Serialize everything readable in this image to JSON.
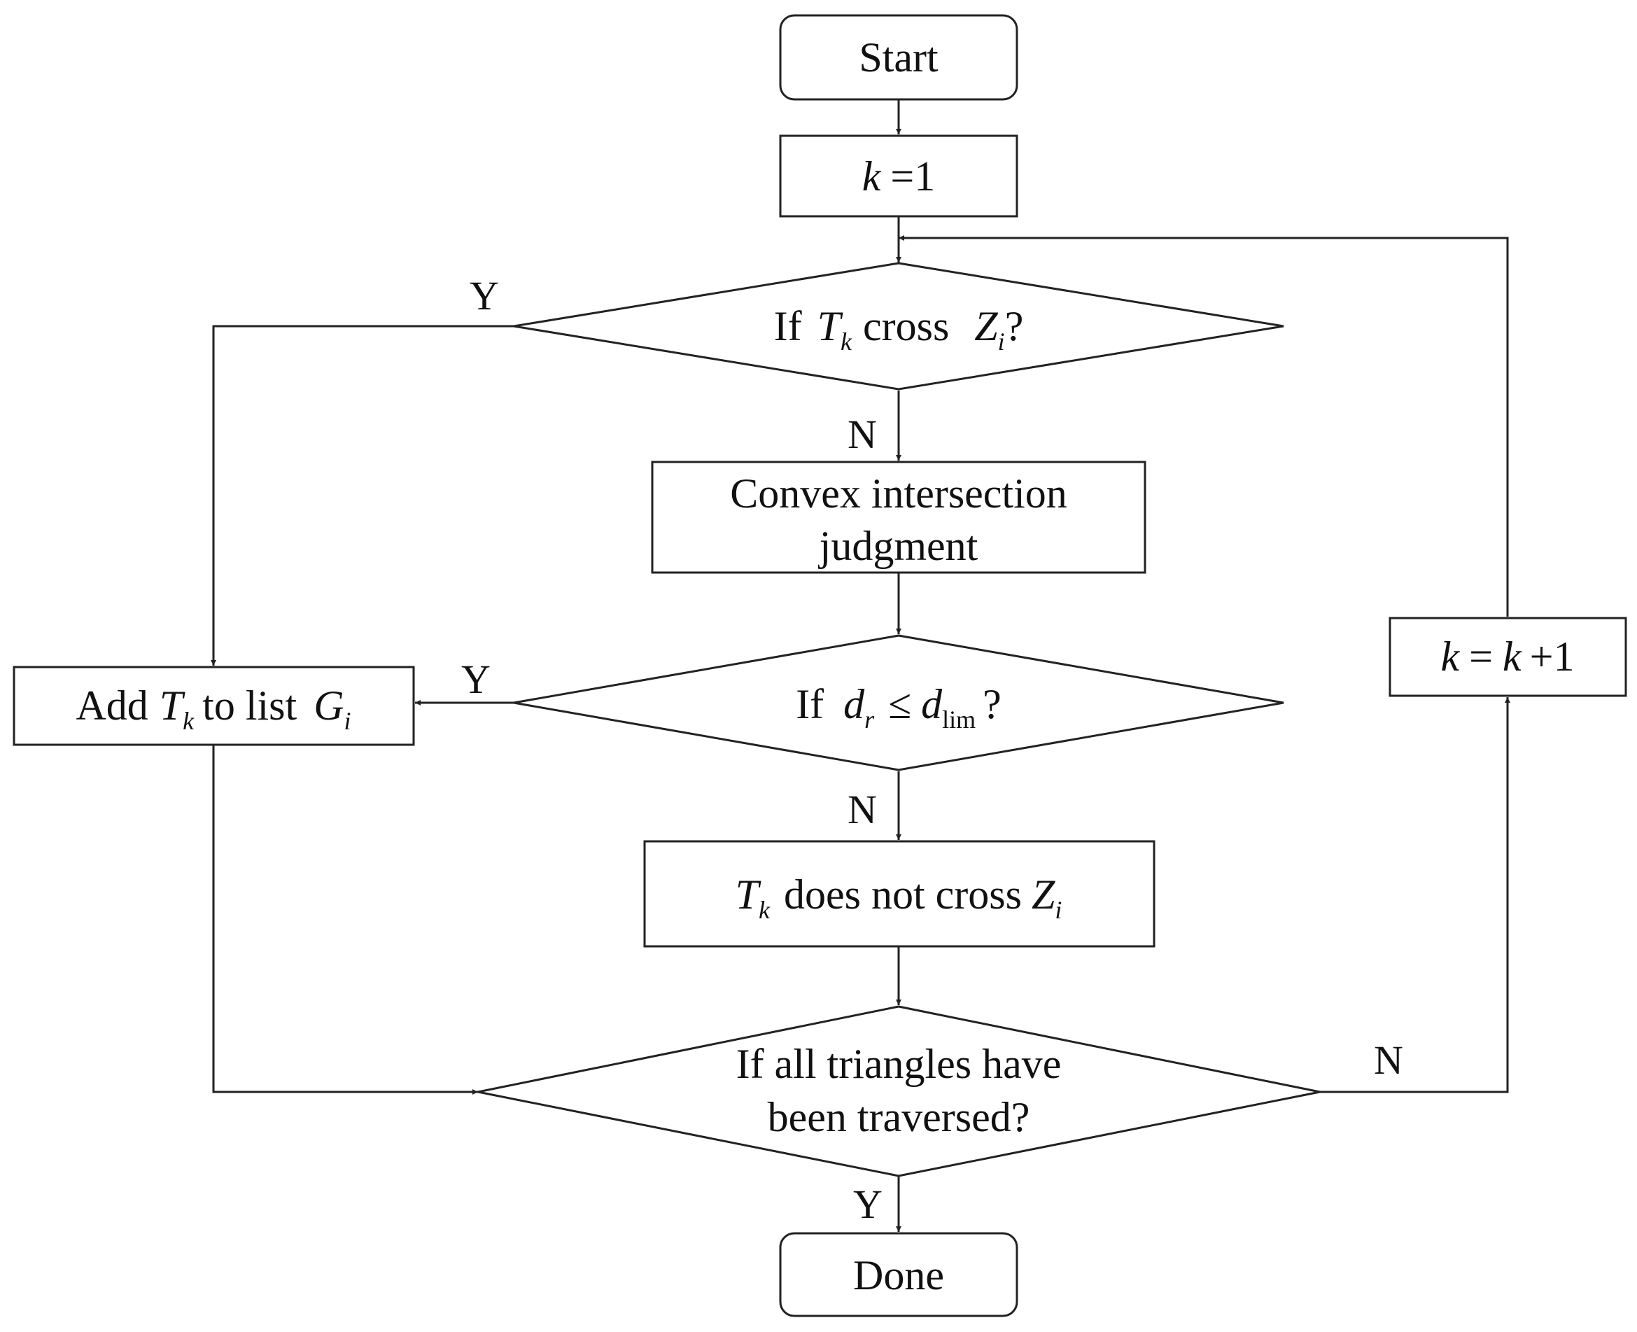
{
  "nodes": {
    "start": {
      "label": "Start"
    },
    "init": {
      "var": "k",
      "op": "=",
      "val": "1"
    },
    "decision1": {
      "if": "If",
      "T": "T",
      "k": "k",
      "cross": "cross",
      "Z": "Z",
      "i": "i",
      "q": "?"
    },
    "process1": {
      "line1": "Convex intersection",
      "line2": "judgment"
    },
    "decision2": {
      "if": "If",
      "d": "d",
      "r": "r",
      "le": "≤",
      "d2": "d",
      "lim": "lim",
      "q": "?"
    },
    "process2": {
      "T": "T",
      "k": "k",
      "text": "does not cross",
      "Z": "Z",
      "i": "i"
    },
    "decision3": {
      "line1": "If all triangles have",
      "line2": "been traversed?"
    },
    "addlist": {
      "add": "Add",
      "T": "T",
      "k": "k",
      "to": "to list",
      "G": "G",
      "i": "i"
    },
    "increment": {
      "k1": "k",
      "eq": "=",
      "k2": "k",
      "plus": "+1"
    },
    "done": {
      "label": "Done"
    }
  },
  "branches": {
    "d1_yes": "Y",
    "d1_no": "N",
    "d2_yes": "Y",
    "d2_no": "N",
    "d3_no": "N",
    "d3_yes": "Y"
  }
}
